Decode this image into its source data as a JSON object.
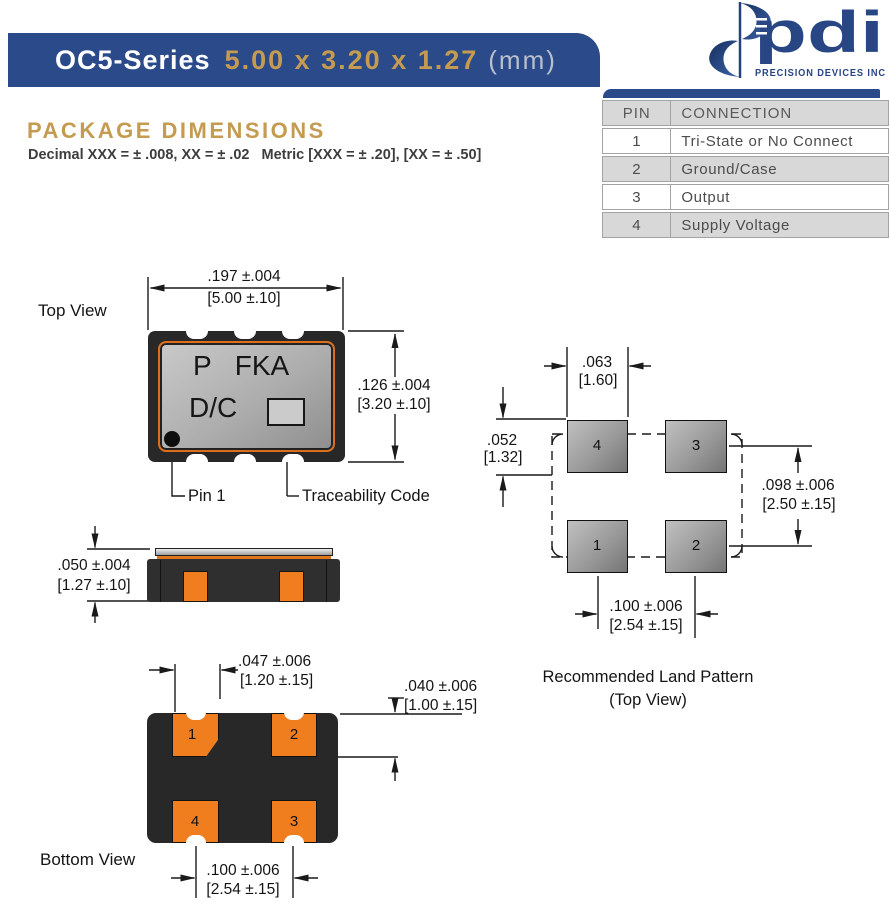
{
  "header": {
    "series": "OC5-Series",
    "size": "5.00 x 3.20 x 1.27",
    "unit": "(mm)"
  },
  "logo": {
    "name": "pdi",
    "tagline": "PRECISION DEVICES INC"
  },
  "pin_table": {
    "headers": [
      "PIN",
      "CONNECTION"
    ],
    "rows": [
      [
        "1",
        "Tri-State or No Connect"
      ],
      [
        "2",
        "Ground/Case"
      ],
      [
        "3",
        "Output"
      ],
      [
        "4",
        "Supply Voltage"
      ]
    ]
  },
  "section": {
    "title": "PACKAGE DIMENSIONS",
    "tolerance": "Decimal XXX = ± .008, XX = ± .02   Metric [XXX = ± .20], [XX = ± .50]"
  },
  "top_view": {
    "label": "Top View",
    "marking_line1": "P  FKA",
    "marking_line2": "D/C",
    "pin1_label": "Pin 1",
    "trace_label": "Traceability Code",
    "dim_width": {
      "in": ".197 ±.004",
      "mm": "[5.00 ±.10]"
    },
    "dim_height": {
      "in": ".126 ±.004",
      "mm": "[3.20 ±.10]"
    }
  },
  "side_view": {
    "dim_height": {
      "in": ".050 ±.004",
      "mm": "[1.27 ±.10]"
    }
  },
  "bottom_view": {
    "label": "Bottom View",
    "pads": [
      "1",
      "2",
      "4",
      "3"
    ],
    "dim_pad_width": {
      "in": ".047 ±.006",
      "mm": "[1.20 ±.15]"
    },
    "dim_pad_height": {
      "in": ".040 ±.006",
      "mm": "[1.00 ±.15]"
    },
    "dim_pitch": {
      "in": ".100 ±.006",
      "mm": "[2.54 ±.15]"
    }
  },
  "land_pattern": {
    "caption_line1": "Recommended Land Pattern",
    "caption_line2": "(Top View)",
    "pads": [
      "4",
      "3",
      "1",
      "2"
    ],
    "dim_pad_width": {
      "in": ".063",
      "mm": "[1.60]"
    },
    "dim_pad_height": {
      "in": ".052",
      "mm": "[1.32]"
    },
    "dim_v_pitch": {
      "in": ".098 ±.006",
      "mm": "[2.50 ±.15]"
    },
    "dim_h_pitch": {
      "in": ".100 ±.006",
      "mm": "[2.54 ±.15]"
    }
  },
  "colors": {
    "banner_blue": "#2A4A89",
    "logo_blue": "#274683",
    "accent_gold": "#C49B51",
    "pad_orange": "#F07D1E",
    "body_black": "#282828",
    "line_ink": "#1a1a1a",
    "table_gray": "#d8d8d8"
  }
}
